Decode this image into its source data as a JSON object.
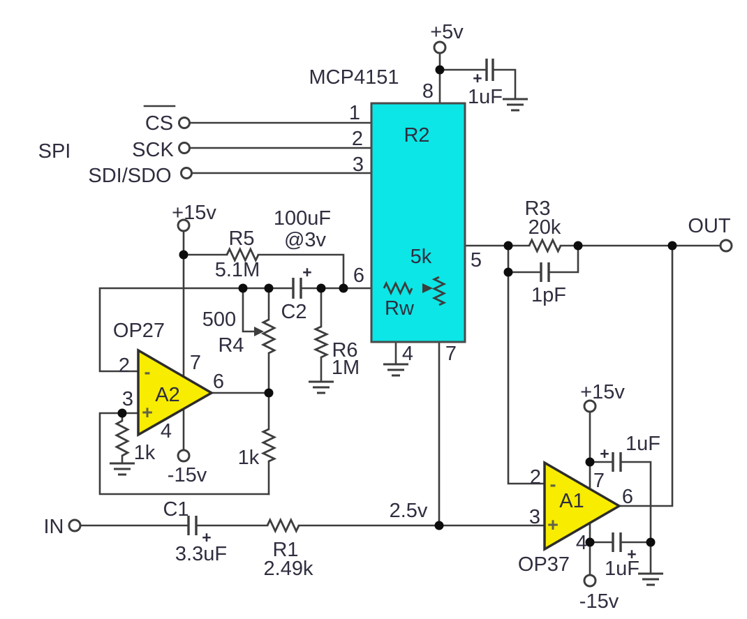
{
  "colors": {
    "ic_fill": "#0ce6e6",
    "opamp_fill": "#f8ec00",
    "wire": "#3d3d3d",
    "text": "#2e2e3f",
    "background": "#ffffff"
  },
  "ports": {
    "in": "IN",
    "out": "OUT"
  },
  "power": {
    "plus5": "+5v",
    "plus15_left": "+15v",
    "minus15_left": "-15v",
    "plus15_right": "+15v",
    "minus15_right": "-15v"
  },
  "spi": {
    "label": "SPI",
    "cs": "CS",
    "sck": "SCK",
    "sdi_sdo": "SDI/SDO"
  },
  "ic": {
    "part": "MCP4151",
    "ref": "R2",
    "value": "5k",
    "wiper": "Rw",
    "pin1": "1",
    "pin2": "2",
    "pin3": "3",
    "pin4": "4",
    "pin5": "5",
    "pin6": "6",
    "pin7": "7",
    "pin8": "8"
  },
  "nets": {
    "wiper_voltage": "2.5v"
  },
  "components": {
    "r1": {
      "ref": "R1",
      "value": "2.49k"
    },
    "r3": {
      "ref": "R3",
      "value": "20k"
    },
    "r4": {
      "ref": "R4",
      "value": "500"
    },
    "r5": {
      "ref": "R5",
      "value": "5.1M"
    },
    "r6": {
      "ref": "R6",
      "value": "1M"
    },
    "r1k_left": {
      "value": "1k"
    },
    "r1k_right": {
      "value": "1k"
    },
    "c1": {
      "ref": "C1",
      "value": "3.3uF",
      "polarity": "+"
    },
    "c2": {
      "ref": "C2",
      "value": "100uF",
      "rating": "@3v",
      "polarity": "+"
    },
    "c_1pf": {
      "value": "1pF"
    },
    "c_bypass_5v": {
      "value": "1uF",
      "polarity": "+"
    },
    "c_bypass_a1_top": {
      "value": "1uF",
      "polarity": "+"
    },
    "c_bypass_a1_bot": {
      "value": "1uF",
      "polarity": "+"
    },
    "a1": {
      "ref": "A1",
      "part": "OP37",
      "pin2": "2",
      "pin3": "3",
      "pin4": "4",
      "pin6": "6",
      "pin7": "7",
      "plus": "+",
      "minus": "-"
    },
    "a2": {
      "ref": "A2",
      "part": "OP27",
      "pin2": "2",
      "pin3": "3",
      "pin4": "4",
      "pin6": "6",
      "pin7": "7",
      "plus": "+",
      "minus": "-"
    }
  }
}
